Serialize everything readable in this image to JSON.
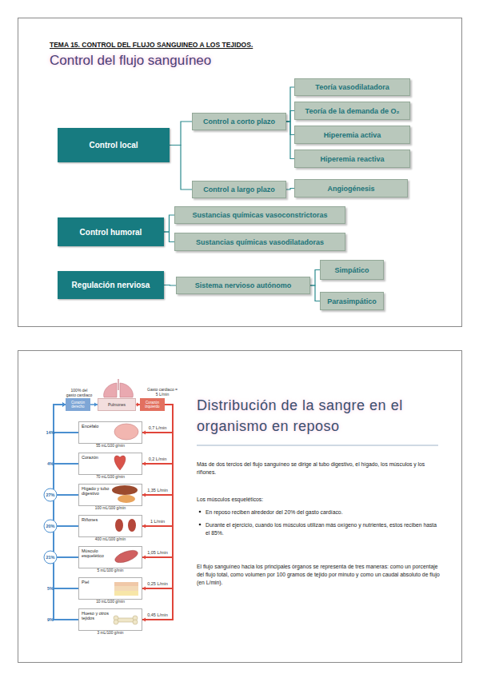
{
  "diagram": {
    "title": "TEMA 15. CONTROL DEL FLUJO SANGUINEO A LOS TEJIDOS.",
    "nodes": [
      {
        "text": [
          "Control local"
        ]
      },
      {
        "text": [
          "Control a corto plazo"
        ]
      },
      {
        "text": [
          "Teoría vasodilatadora"
        ]
      },
      {
        "text": [
          "Teoría de la demanda de O₂"
        ]
      },
      {
        "text": [
          "Hiperemia activa"
        ]
      },
      {
        "text": [
          "Hiperemia reactiva"
        ]
      },
      {
        "text": [
          "Control a largo plazo"
        ]
      },
      {
        "text": [
          "Angiogénesis"
        ]
      },
      {
        "text": [
          "Control humoral"
        ]
      },
      {
        "text": [
          "Sustancias químicas vasoconstrictoras"
        ]
      },
      {
        "text": [
          "Sustancias químicas vasodilatadoras"
        ]
      },
      {
        "text": [
          "Regulación nerviosa"
        ]
      },
      {
        "text": [
          "Sistema nervioso autónomo"
        ]
      },
      {
        "text": [
          "Simpático"
        ]
      },
      {
        "text": [
          "Parasimpático"
        ]
      },
      {
        "text": [
          "Corazón derecho"
        ]
      },
      {
        "text": [
          "Pulmones"
        ]
      },
      {
        "text": [
          "Corazón izquierdo"
        ]
      },
      {
        "text": [
          "Encéfalo",
          "55 mL/100 g/min"
        ]
      },
      {
        "text": [
          "Corazón",
          "70 mL/100 g/min"
        ]
      },
      {
        "text": [
          "Hígado y tubo digestivo",
          "100 mL/100 g/min"
        ]
      },
      {
        "text": [
          "Riñones",
          "400 mL/100 g/min"
        ]
      },
      {
        "text": [
          "Músculo esquelético",
          "5 mL/100 g/min"
        ]
      },
      {
        "text": [
          "Piel",
          "10 mL/100 g/min"
        ]
      },
      {
        "text": [
          "Hueso y otros tejidos",
          "3 mL/100 g/min"
        ]
      }
    ],
    "edges": [
      {
        "from": 0,
        "to": 1,
        "arrow": "none"
      },
      {
        "from": 0,
        "to": 6,
        "arrow": "none"
      },
      {
        "from": 1,
        "to": 2,
        "arrow": "none"
      },
      {
        "from": 1,
        "to": 3,
        "arrow": "none"
      },
      {
        "from": 1,
        "to": 4,
        "arrow": "none"
      },
      {
        "from": 1,
        "to": 5,
        "arrow": "none"
      },
      {
        "from": 6,
        "to": 7,
        "arrow": "none"
      },
      {
        "from": 8,
        "to": 9,
        "arrow": "none"
      },
      {
        "from": 8,
        "to": 10,
        "arrow": "none"
      },
      {
        "from": 11,
        "to": 12,
        "arrow": "none"
      },
      {
        "from": 12,
        "to": 13,
        "arrow": "none"
      },
      {
        "from": 12,
        "to": 14,
        "arrow": "none"
      },
      {
        "from": 15,
        "to": 16,
        "arrow": "to"
      },
      {
        "from": 16,
        "to": 17,
        "arrow": "to"
      },
      {
        "from": 17,
        "to": 18,
        "label": "0,7 L/min",
        "arrow": "to"
      },
      {
        "from": 17,
        "to": 19,
        "label": "0,2 L/min",
        "arrow": "to"
      },
      {
        "from": 17,
        "to": 20,
        "label": "1,35 L/min",
        "arrow": "to"
      },
      {
        "from": 17,
        "to": 21,
        "label": "1 L/min",
        "arrow": "to"
      },
      {
        "from": 17,
        "to": 22,
        "label": "1,05 L/min",
        "arrow": "to"
      },
      {
        "from": 17,
        "to": 23,
        "label": "0,25 L/min",
        "arrow": "to"
      },
      {
        "from": 17,
        "to": 24,
        "label": "0,45 L/min",
        "arrow": "to"
      },
      {
        "from": 18,
        "to": 15,
        "label": "14%",
        "arrow": "to"
      },
      {
        "from": 19,
        "to": 15,
        "label": "4%",
        "arrow": "to"
      },
      {
        "from": 20,
        "to": 15,
        "label": "27%",
        "arrow": "to"
      },
      {
        "from": 21,
        "to": 15,
        "label": "20%",
        "arrow": "to"
      },
      {
        "from": 22,
        "to": 15,
        "label": "21%",
        "arrow": "to"
      },
      {
        "from": 23,
        "to": 15,
        "label": "5%",
        "arrow": "to"
      },
      {
        "from": 24,
        "to": 15,
        "label": "9%",
        "arrow": "to"
      }
    ],
    "labels": [
      "Control del flujo sanguíneo",
      "100% del gasto cardiaco",
      "Gasto cardiaco = 5 L/min",
      "Distribución de la sangre en el organismo en reposo",
      "Más de dos tercios del flujo sanguíneo se dirige al tubo digestivo, el hígado, los músculos y los riñones.",
      "Los músculos esqueléticos:",
      "En reposo reciben alrededor del 20% del gasto cardíaco.",
      "Durante el ejercicio, cuando los músculos utilizan más oxígeno y nutrientes, estos reciben hasta el 85%.",
      "El flujo sanguíneo hacia los principales órganos se representa de tres maneras: como un porcentaje del flujo total, como volumen por 100 gramos de tejido por minuto y como un caudal absoluto de flujo (en L/min)."
    ]
  }
}
